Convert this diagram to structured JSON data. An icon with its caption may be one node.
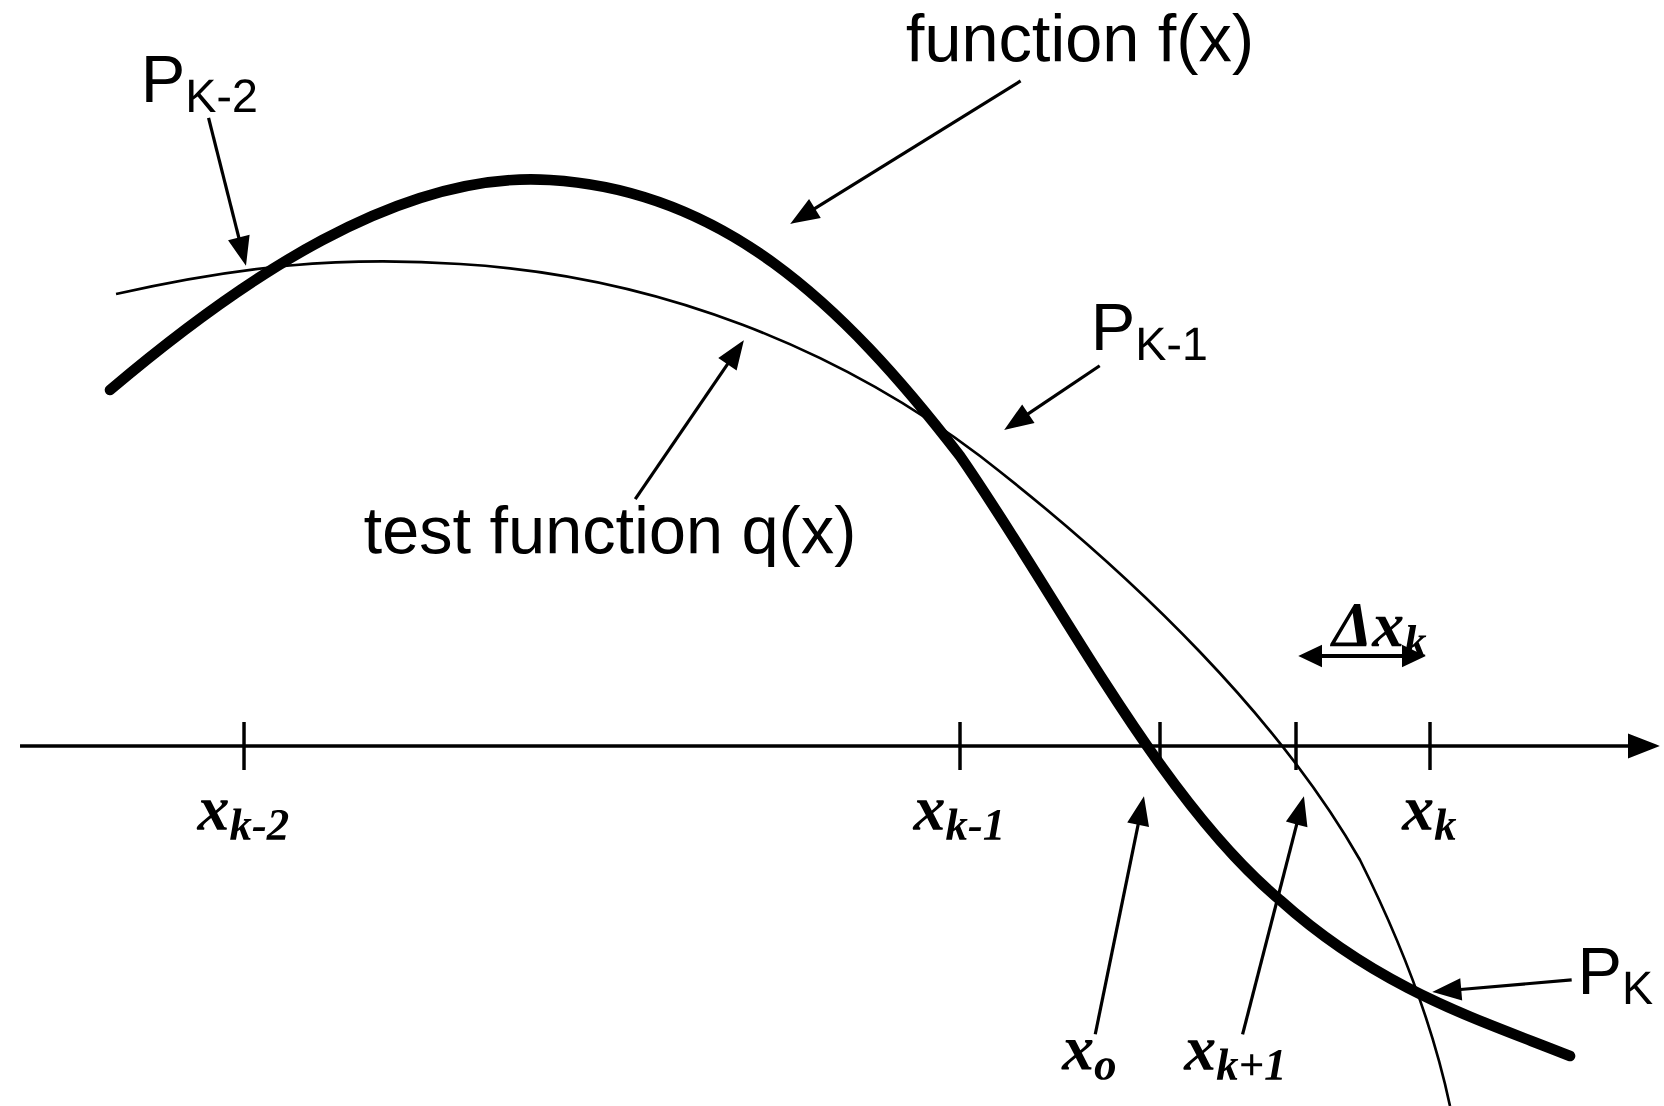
{
  "diagram": {
    "nodes": [
      {
        "text": [
          "function f(x)"
        ]
      },
      {
        "text": [
          "P$_{K-2}$"
        ]
      },
      {
        "text": [
          "test function q(x)"
        ]
      },
      {
        "text": [
          "P$_{K-1}$"
        ]
      },
      {
        "text": [
          "P$_{K}$"
        ]
      },
      {
        "text": [
          "x$_{o}$"
        ]
      },
      {
        "text": [
          "x$_{k+1}$"
        ]
      }
    ],
    "edges": [
      {
        "from": 0,
        "to": null,
        "arrow": "to"
      },
      {
        "from": 1,
        "to": null,
        "arrow": "to"
      },
      {
        "from": 2,
        "to": null,
        "arrow": "to"
      },
      {
        "from": 3,
        "to": null,
        "arrow": "to"
      },
      {
        "from": 4,
        "to": null,
        "arrow": "to"
      },
      {
        "from": 5,
        "to": null,
        "arrow": "to"
      },
      {
        "from": 6,
        "to": null,
        "arrow": "to"
      }
    ],
    "labels": [
      "x$_{k-2}$",
      "x$_{k-1}$",
      "x$_{k}$",
      "Δx$_{k}$"
    ]
  }
}
